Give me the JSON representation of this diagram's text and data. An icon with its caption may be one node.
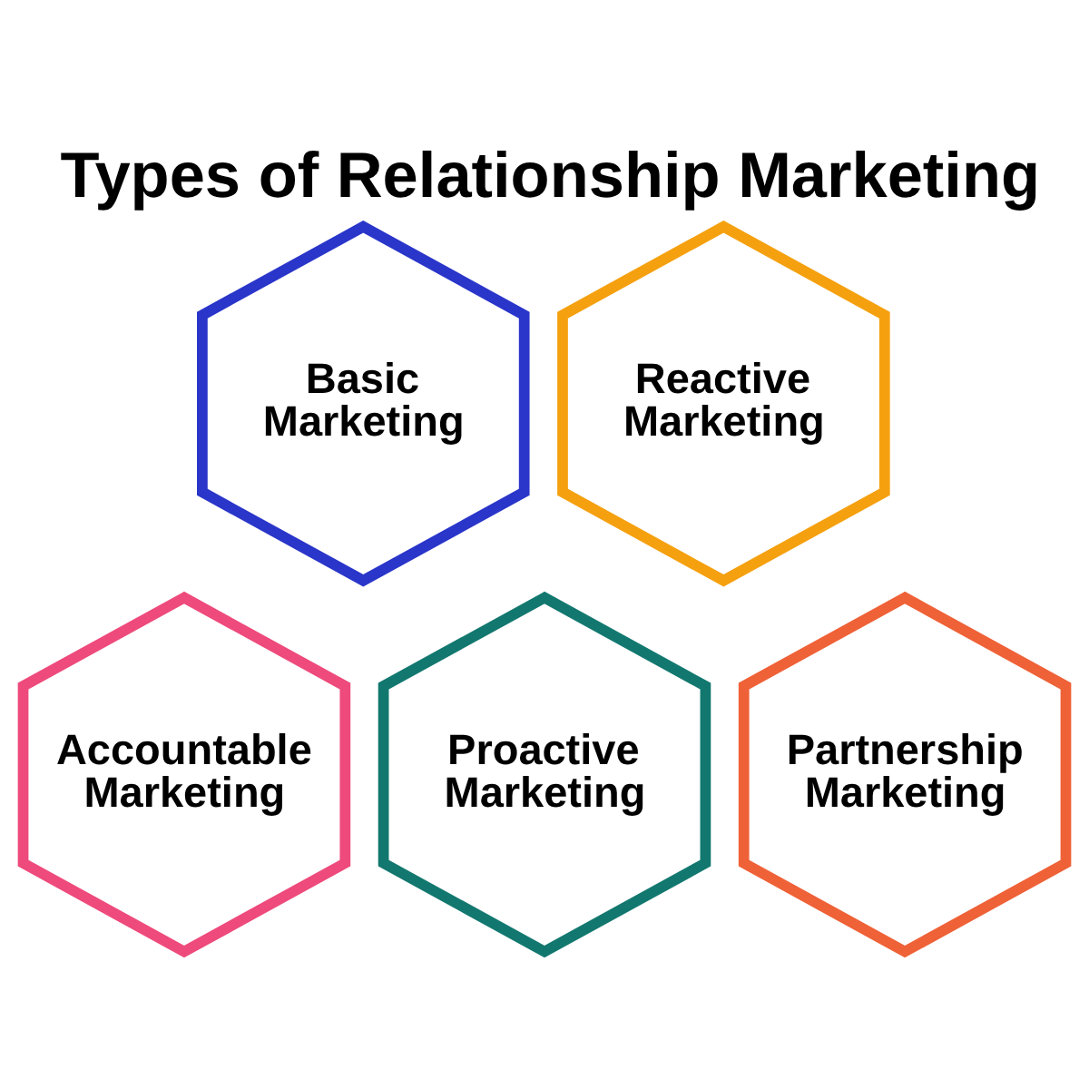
{
  "diagram": {
    "title": "Types of Relationship Marketing",
    "nodes": [
      {
        "text": [
          "Basic Marketing"
        ]
      },
      {
        "text": [
          "Reactive Marketing"
        ]
      },
      {
        "text": [
          "Accountable Marketing"
        ]
      },
      {
        "text": [
          "Proactive Marketing"
        ]
      },
      {
        "text": [
          "Partnership Marketing"
        ]
      }
    ]
  }
}
